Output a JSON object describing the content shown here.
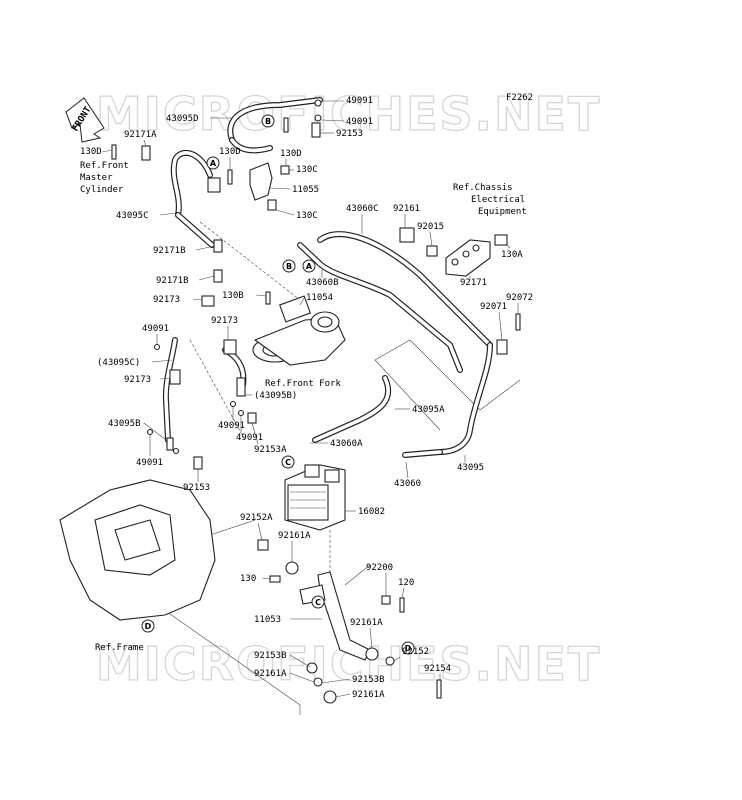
{
  "code": "F2262",
  "watermark": "MICROFICHES.NET",
  "front_label": "FRONT",
  "refs": {
    "front_master": [
      "Ref.Front",
      "Master",
      "Cylinder"
    ],
    "chassis": [
      "Ref.Chassis",
      "Electrical",
      "Equipment"
    ],
    "front_fork": "Ref.Front Fork",
    "frame": "Ref.Frame"
  },
  "tags": [
    "A",
    "B",
    "A",
    "B",
    "C",
    "C",
    "D",
    "D"
  ],
  "parts": [
    "49091",
    "43095D",
    "49091",
    "92153",
    "92171A",
    "130D",
    "130D",
    "130D",
    "130C",
    "11055",
    "130C",
    "43095C",
    "43060C",
    "92161",
    "92015",
    "130A",
    "92171",
    "92171B",
    "92171B",
    "43060B",
    "130B",
    "11054",
    "92173",
    "92071",
    "92072",
    "49091",
    "92173",
    "(43095C)",
    "92173",
    "(43095B)",
    "43095A",
    "43095B",
    "49091",
    "49091",
    "92153A",
    "43060A",
    "49091",
    "92153",
    "43060",
    "43095",
    "16082",
    "92152A",
    "92161A",
    "92200",
    "130",
    "120",
    "11053",
    "92161A",
    "92152",
    "92153B",
    "92154",
    "92161A",
    "92153B",
    "92161A"
  ]
}
